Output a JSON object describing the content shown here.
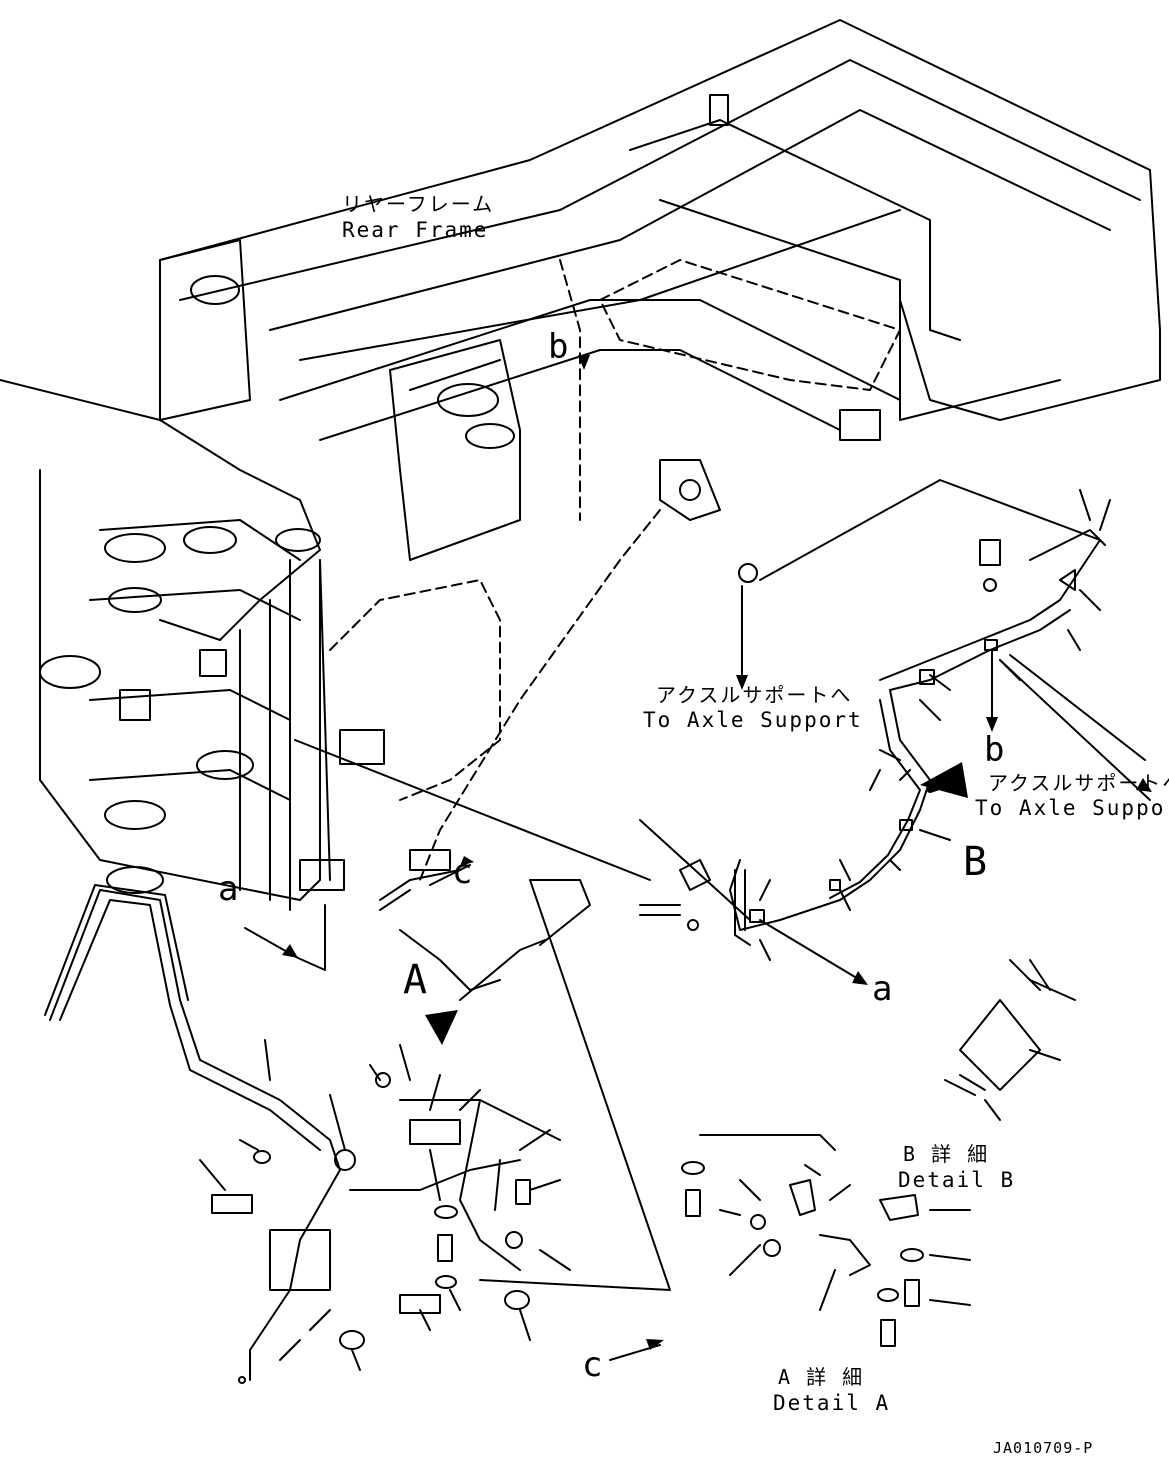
{
  "labels": {
    "rear_frame_jp": "リヤーフレーム",
    "rear_frame_en": "Rear Frame",
    "to_axle_jp_1": "アクスルサポートへ",
    "to_axle_en_1": "To Axle Support",
    "to_axle_jp_2": "アクスルサポートへ",
    "to_axle_en_2": "To Axle Support",
    "ref_b_top": "b",
    "ref_b_right": "b",
    "ref_a_left": "a",
    "ref_a_right": "a",
    "ref_c_top": "c",
    "ref_c_bottom": "c",
    "view_A": "A",
    "view_B": "B",
    "detail_b_jp": "B 詳 細",
    "detail_b_en": "Detail B",
    "detail_a_jp": "A 詳 細",
    "detail_a_en": "Detail A",
    "drawing_code": "JA010709-P"
  }
}
